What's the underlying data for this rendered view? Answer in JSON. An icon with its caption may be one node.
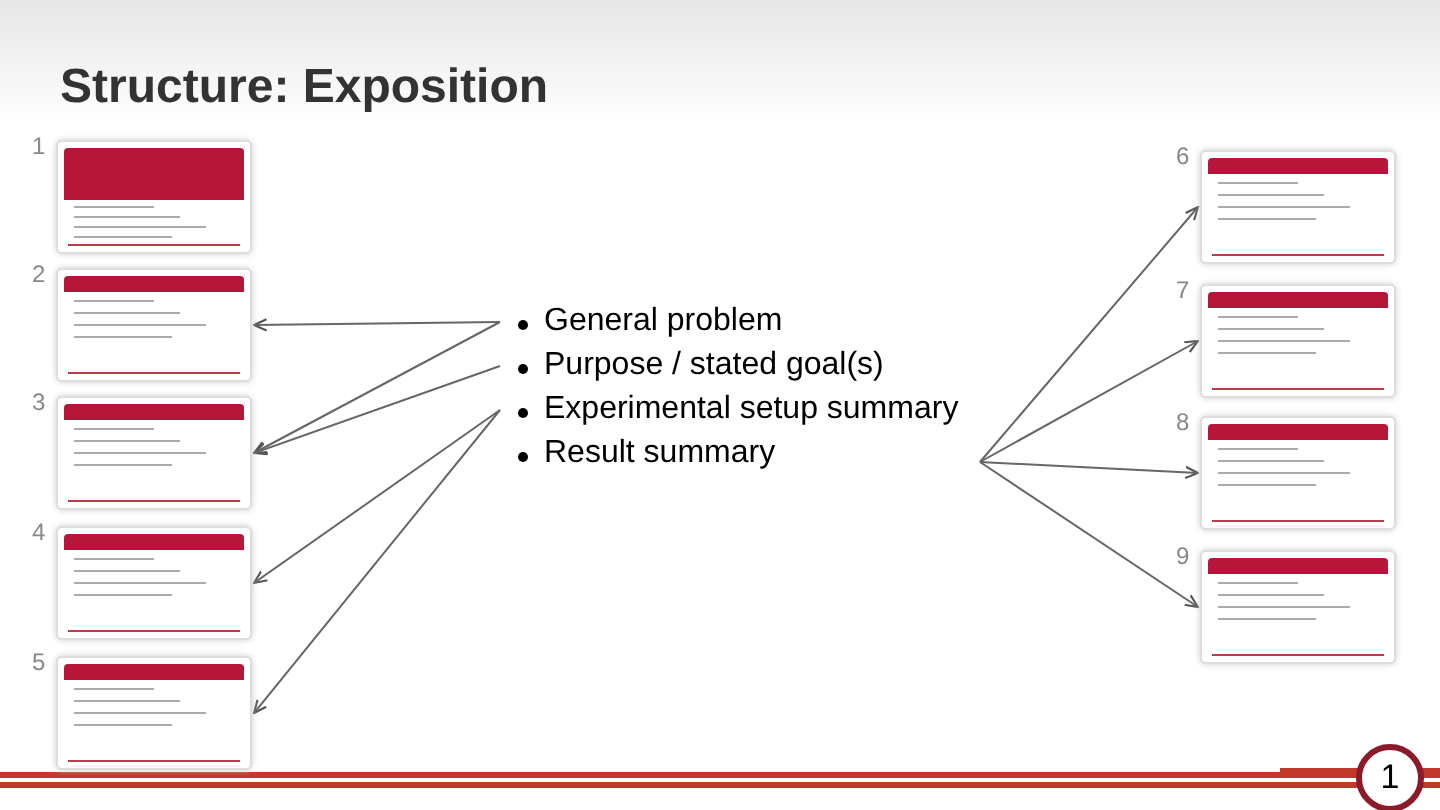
{
  "diagram": {
    "title": "Structure: Exposition",
    "nodes": [
      {
        "text": [],
        "shape": "picture",
        "beside": [
          "1"
        ]
      },
      {
        "text": [],
        "shape": "picture",
        "beside": [
          "2"
        ]
      },
      {
        "text": [],
        "shape": "picture",
        "beside": [
          "3"
        ]
      },
      {
        "text": [],
        "shape": "picture",
        "beside": [
          "4"
        ]
      },
      {
        "text": [],
        "shape": "picture",
        "beside": [
          "5"
        ]
      },
      {
        "text": [
          "General problem"
        ]
      },
      {
        "text": [
          "Purpose / stated goal(s)"
        ]
      },
      {
        "text": [
          "Experimental setup summary"
        ]
      },
      {
        "text": [
          "Result summary"
        ]
      },
      {
        "text": [],
        "shape": "picture",
        "beside": [
          "6"
        ]
      },
      {
        "text": [],
        "shape": "picture",
        "beside": [
          "7"
        ]
      },
      {
        "text": [],
        "shape": "picture",
        "beside": [
          "8"
        ]
      },
      {
        "text": [],
        "shape": "picture",
        "beside": [
          "9"
        ]
      }
    ],
    "edges": [
      {
        "from": 5,
        "to": 1,
        "arrow": "to"
      },
      {
        "from": 5,
        "to": 2,
        "arrow": "to"
      },
      {
        "from": 6,
        "to": 2,
        "arrow": "to"
      },
      {
        "from": 7,
        "to": 3,
        "arrow": "to"
      },
      {
        "from": 7,
        "to": 4,
        "arrow": "to"
      },
      {
        "from": 8,
        "to": 9,
        "arrow": "to"
      },
      {
        "from": 8,
        "to": 10,
        "arrow": "to"
      },
      {
        "from": 8,
        "to": 11,
        "arrow": "to"
      },
      {
        "from": 8,
        "to": 12,
        "arrow": "to"
      }
    ],
    "labels": [
      "1"
    ]
  }
}
